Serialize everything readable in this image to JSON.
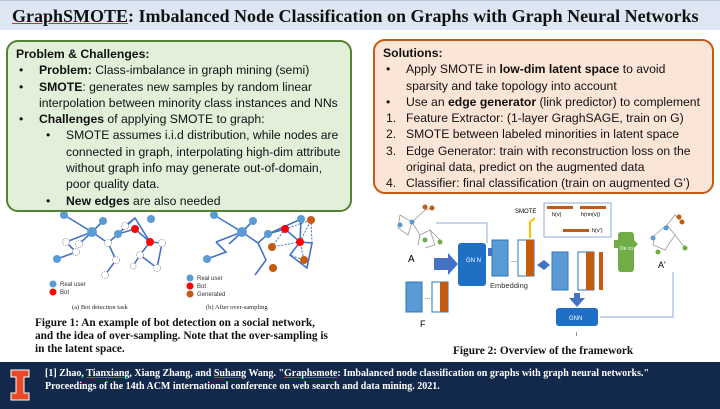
{
  "title": {
    "prefix": "GraphSMOTE",
    "rest": ": Imbalanced Node Classification on Graphs with Graph Neural Networks"
  },
  "problem": {
    "heading": "Problem & Challenges:",
    "items": [
      {
        "bold": "Problem:",
        "text": " Class-imbalance in graph mining (semi)"
      },
      {
        "bold": "SMOTE",
        "text": ": generates new samples by random linear interpolation between minority class instances and NNs"
      },
      {
        "bold": "Challenges",
        "text": " of applying SMOTE to graph:"
      }
    ],
    "subitems": [
      {
        "bold": "",
        "text": "SMOTE assumes i.i.d distribution, while nodes are connected in graph, interpolating high-dim attribute without graph info may generate out-of-domain, poor quality data."
      },
      {
        "bold": "New edges",
        "text": " are also needed"
      }
    ]
  },
  "solutions": {
    "heading": "Solutions:",
    "bullets": [
      {
        "pre": "Apply SMOTE in ",
        "bold": "low-dim latent space",
        "post": " to avoid sparsity and take topology into account"
      },
      {
        "pre": "Use an ",
        "bold": "edge generator",
        "post": " (link predictor) to complement"
      }
    ],
    "steps": [
      {
        "num": "1.",
        "text": "Feature Extractor: (1-layer GraghSAGE, train on G)"
      },
      {
        "num": "2.",
        "text": "SMOTE between labeled minorities in latent space"
      },
      {
        "num": "3.",
        "text": "Edge Generator: train with reconstruction loss on the original data, predict on the augmented data"
      },
      {
        "num": "4.",
        "text": "Classifier: final classification (train on augmented G’)"
      }
    ]
  },
  "figure1": {
    "legend": {
      "real": "Real user",
      "bot": "Bot",
      "generated": "Generated"
    },
    "sub_a": "(a)  Bot detection task",
    "sub_b": "(b)  After over-sampling",
    "caption": "Figure 1: An example of bot detection on a social network, and the idea of over-sampling. Note that the over-sampling is in the latent space.",
    "colors": {
      "real": "#5b9bd5",
      "bot": "#ff0000",
      "generated": "#c55a11"
    }
  },
  "figure2": {
    "labels": {
      "A": "A",
      "F": "F",
      "gnn1": "GN N",
      "embedding": "Embedding",
      "smote": "SMOTE",
      "hv": "h(v)",
      "hnn": "h(nn(v))",
      "hvp": "h(v')",
      "decoder": "De co der",
      "Ap": "A'",
      "gnn2": "GNN",
      "dots": "...",
      "l": "l"
    },
    "caption": "Figure 2: Overview of the framework"
  },
  "footer": {
    "line1_parts": [
      "[1] Zhao, ",
      "Tianxiang",
      ", Xiang Zhang, and ",
      "Suhang",
      " Wang. \"",
      "Graphsmote",
      ": Imbalanced node classification on graphs with graph neural networks.\""
    ],
    "line2": "Proceedings of the 14th ACM international conference on web search and data mining. 2021.",
    "logo_colors": {
      "orange": "#e84a27",
      "navy": "#13294b"
    }
  }
}
